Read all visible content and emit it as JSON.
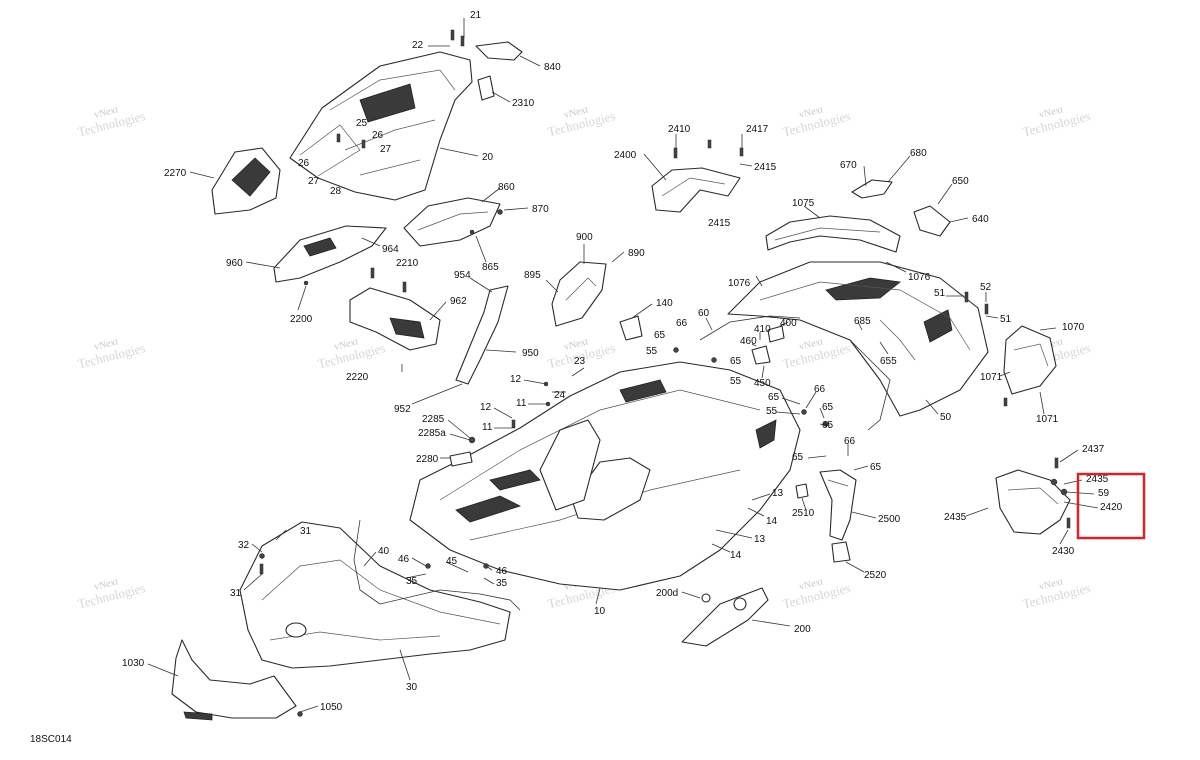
{
  "figure_code": "18SC014",
  "watermark": {
    "line1": "vNext",
    "line2": "Technologies"
  },
  "highlight_color": "#d6242b",
  "callouts": [
    {
      "id": "c21",
      "label": "21"
    },
    {
      "id": "c22",
      "label": "22"
    },
    {
      "id": "c840",
      "label": "840"
    },
    {
      "id": "c2310",
      "label": "2310"
    },
    {
      "id": "c25",
      "label": "25"
    },
    {
      "id": "c26a",
      "label": "26"
    },
    {
      "id": "c26b",
      "label": "26"
    },
    {
      "id": "c27a",
      "label": "27"
    },
    {
      "id": "c27b",
      "label": "27"
    },
    {
      "id": "c28",
      "label": "28"
    },
    {
      "id": "c20",
      "label": "20"
    },
    {
      "id": "c2270",
      "label": "2270"
    },
    {
      "id": "c2410",
      "label": "2410"
    },
    {
      "id": "c2417",
      "label": "2417"
    },
    {
      "id": "c2400",
      "label": "2400"
    },
    {
      "id": "c2415a",
      "label": "2415"
    },
    {
      "id": "c2415b",
      "label": "2415"
    },
    {
      "id": "c670",
      "label": "670"
    },
    {
      "id": "c680",
      "label": "680"
    },
    {
      "id": "c650",
      "label": "650"
    },
    {
      "id": "c640",
      "label": "640"
    },
    {
      "id": "c1075",
      "label": "1075"
    },
    {
      "id": "c860",
      "label": "860"
    },
    {
      "id": "c870",
      "label": "870"
    },
    {
      "id": "c865",
      "label": "865"
    },
    {
      "id": "c964",
      "label": "964"
    },
    {
      "id": "c960",
      "label": "960"
    },
    {
      "id": "c2210",
      "label": "2210"
    },
    {
      "id": "c2200",
      "label": "2200"
    },
    {
      "id": "c962",
      "label": "962"
    },
    {
      "id": "c2220",
      "label": "2220"
    },
    {
      "id": "c954",
      "label": "954"
    },
    {
      "id": "c950",
      "label": "950"
    },
    {
      "id": "c952",
      "label": "952"
    },
    {
      "id": "c900",
      "label": "900"
    },
    {
      "id": "c890",
      "label": "890"
    },
    {
      "id": "c895",
      "label": "895"
    },
    {
      "id": "c140",
      "label": "140"
    },
    {
      "id": "c60",
      "label": "60"
    },
    {
      "id": "c1076a",
      "label": "1076"
    },
    {
      "id": "c1076b",
      "label": "1076"
    },
    {
      "id": "c51a",
      "label": "51"
    },
    {
      "id": "c52",
      "label": "52"
    },
    {
      "id": "c51b",
      "label": "51"
    },
    {
      "id": "c1070",
      "label": "1070"
    },
    {
      "id": "c1071a",
      "label": "1071"
    },
    {
      "id": "c1071b",
      "label": "1071"
    },
    {
      "id": "c685",
      "label": "685"
    },
    {
      "id": "c655",
      "label": "655"
    },
    {
      "id": "c50",
      "label": "50"
    },
    {
      "id": "c400",
      "label": "400"
    },
    {
      "id": "c410",
      "label": "410"
    },
    {
      "id": "c460",
      "label": "460"
    },
    {
      "id": "c450",
      "label": "450"
    },
    {
      "id": "c65a",
      "label": "65"
    },
    {
      "id": "c66a",
      "label": "66"
    },
    {
      "id": "c55a",
      "label": "55"
    },
    {
      "id": "c65b",
      "label": "65"
    },
    {
      "id": "c55b",
      "label": "55"
    },
    {
      "id": "c23",
      "label": "23"
    },
    {
      "id": "c24",
      "label": "24"
    },
    {
      "id": "c12a",
      "label": "12"
    },
    {
      "id": "c11a",
      "label": "11"
    },
    {
      "id": "c12b",
      "label": "12"
    },
    {
      "id": "c11b",
      "label": "11"
    },
    {
      "id": "c2285",
      "label": "2285"
    },
    {
      "id": "c2285a",
      "label": "2285a"
    },
    {
      "id": "c2280",
      "label": "2280"
    },
    {
      "id": "c66b",
      "label": "66"
    },
    {
      "id": "c65c",
      "label": "65"
    },
    {
      "id": "c55c",
      "label": "55"
    },
    {
      "id": "c65d",
      "label": "65"
    },
    {
      "id": "c65e",
      "label": "65"
    },
    {
      "id": "c66c",
      "label": "66"
    },
    {
      "id": "c65f",
      "label": "65"
    },
    {
      "id": "c65g",
      "label": "65"
    },
    {
      "id": "c2437",
      "label": "2437"
    },
    {
      "id": "c2435a",
      "label": "2435"
    },
    {
      "id": "c59",
      "label": "59"
    },
    {
      "id": "c2420",
      "label": "2420"
    },
    {
      "id": "c2435b",
      "label": "2435"
    },
    {
      "id": "c2430",
      "label": "2430"
    },
    {
      "id": "c2510",
      "label": "2510"
    },
    {
      "id": "c2500",
      "label": "2500"
    },
    {
      "id": "c2520",
      "label": "2520"
    },
    {
      "id": "c13a",
      "label": "13"
    },
    {
      "id": "c14a",
      "label": "14"
    },
    {
      "id": "c13b",
      "label": "13"
    },
    {
      "id": "c14b",
      "label": "14"
    },
    {
      "id": "c200d",
      "label": "200d"
    },
    {
      "id": "c200",
      "label": "200"
    },
    {
      "id": "c10",
      "label": "10"
    },
    {
      "id": "c32",
      "label": "32"
    },
    {
      "id": "c31a",
      "label": "31"
    },
    {
      "id": "c31b",
      "label": "31"
    },
    {
      "id": "c40",
      "label": "40"
    },
    {
      "id": "c46a",
      "label": "46"
    },
    {
      "id": "c45",
      "label": "45"
    },
    {
      "id": "c46b",
      "label": "46"
    },
    {
      "id": "c35a",
      "label": "35"
    },
    {
      "id": "c35b",
      "label": "35"
    },
    {
      "id": "c30",
      "label": "30"
    },
    {
      "id": "c1030",
      "label": "1030"
    },
    {
      "id": "c1050",
      "label": "1050"
    }
  ]
}
